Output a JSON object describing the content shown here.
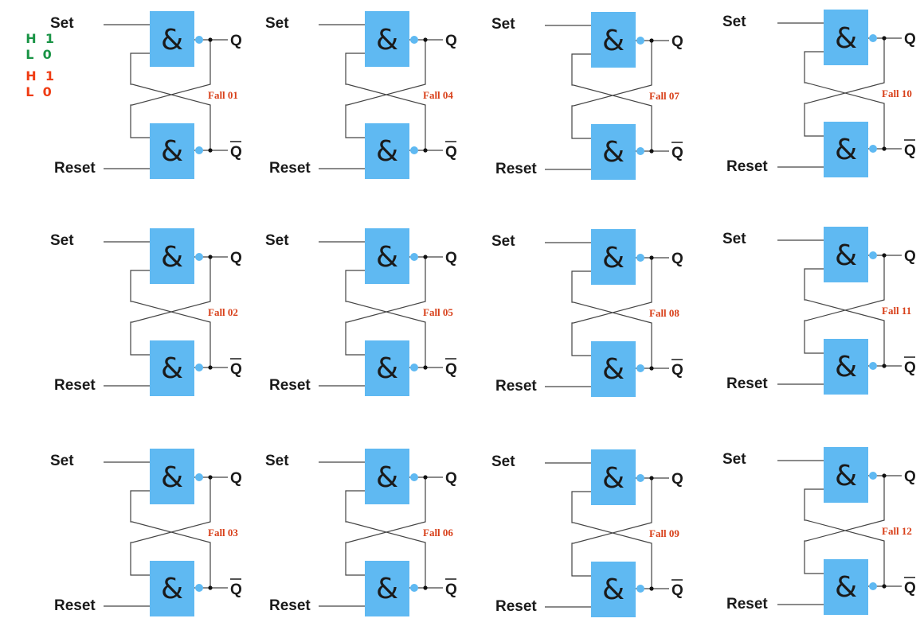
{
  "legend": {
    "rows": [
      {
        "level": "H",
        "value": "1",
        "color": "#1a9446"
      },
      {
        "level": "L",
        "value": "0",
        "color": "#1a9446"
      },
      {
        "level": "H",
        "value": "1",
        "color": "#ef3d14"
      },
      {
        "level": "L",
        "value": "0",
        "color": "#ef3d14"
      }
    ]
  },
  "labels": {
    "set": "Set",
    "reset": "Reset",
    "q": "Q",
    "q_bar": "Q",
    "gate_symbol": "&"
  },
  "colors": {
    "gate": "#5fb9f2",
    "case_label": "#d8401a"
  },
  "cases": [
    "Fall 01",
    "Fall 02",
    "Fall 03",
    "Fall 04",
    "Fall 05",
    "Fall 06",
    "Fall 07",
    "Fall 08",
    "Fall 09",
    "Fall 10",
    "Fall 11",
    "Fall 12"
  ]
}
